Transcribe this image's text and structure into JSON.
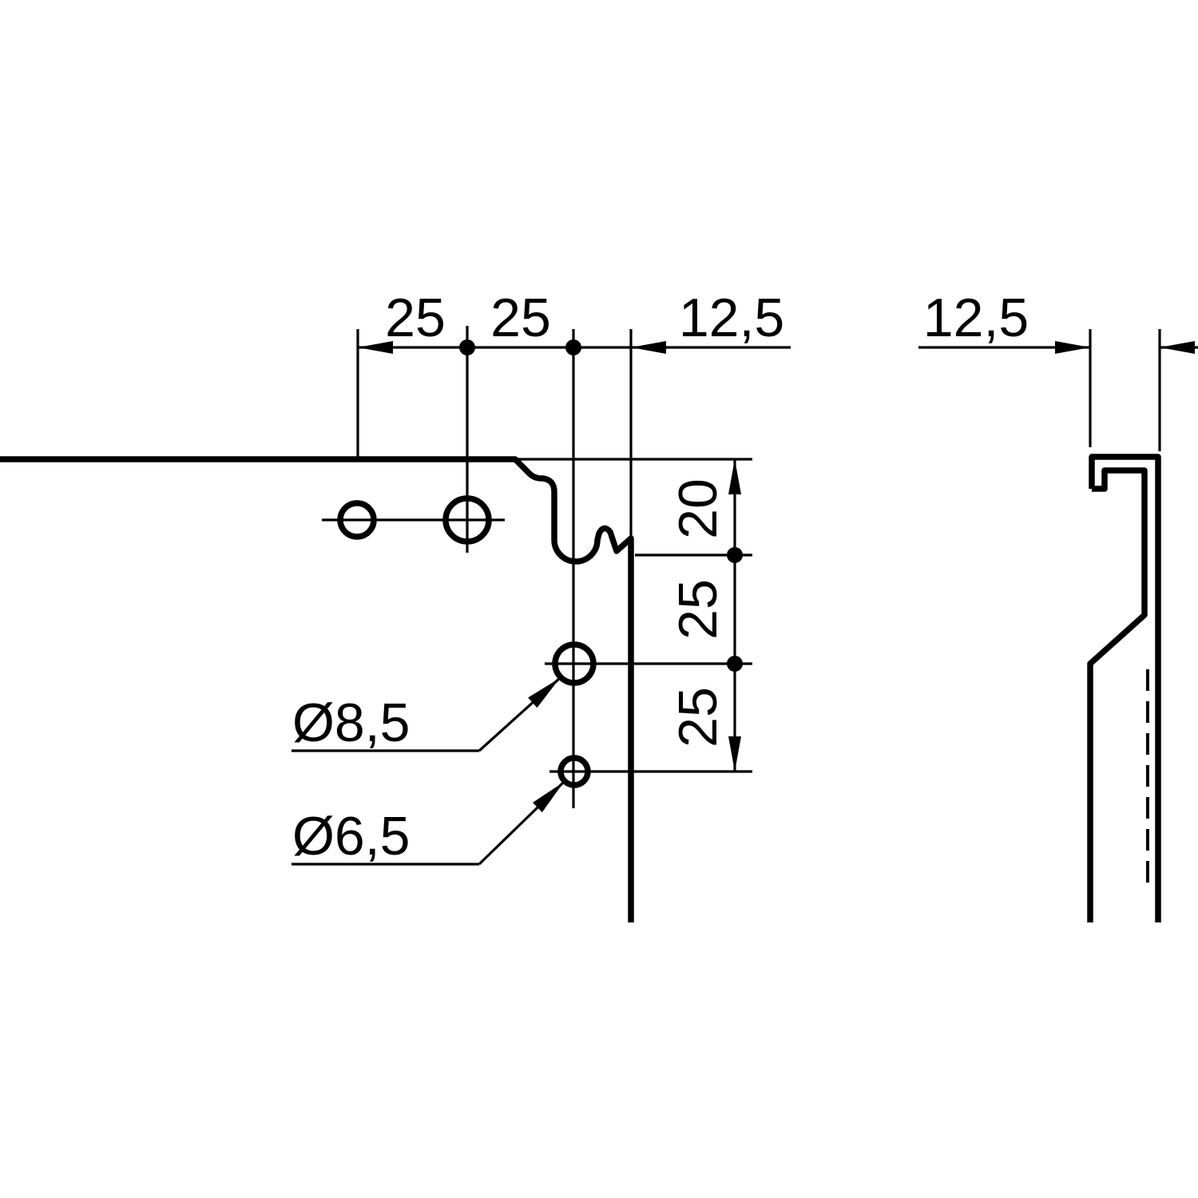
{
  "drawing": {
    "background_color": "#ffffff",
    "line_color": "#000000",
    "front_view": {
      "top_dims": [
        {
          "label": "25"
        },
        {
          "label": "25"
        },
        {
          "label": "12,5"
        }
      ],
      "vertical_dims": [
        {
          "label": "20"
        },
        {
          "label": "25"
        },
        {
          "label": "25"
        }
      ],
      "hole_callouts": [
        {
          "label": "Ø8,5"
        },
        {
          "label": "Ø6,5"
        }
      ]
    },
    "side_view": {
      "top_dims": [
        {
          "label": "12,5"
        }
      ]
    }
  }
}
